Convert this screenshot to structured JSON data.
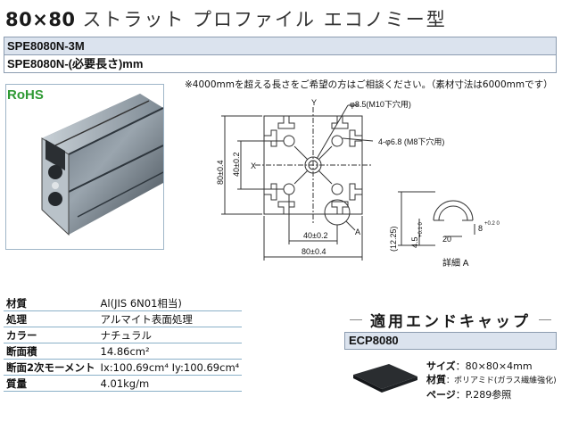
{
  "title": {
    "main": "80×80",
    "sub": "ストラット プロファイル エコノミー型"
  },
  "codes": [
    "SPE8080N-3M",
    "SPE8080N-(必要長さ)mm"
  ],
  "notice": "※4000mmを超える長さをご希望の方はご相談ください。（素材寸法は6000mmです）",
  "badge": "RoHS",
  "drawing": {
    "y_axis": "Y",
    "x_axis": "X",
    "hole_label_1": "φ8.5(M10下穴用)",
    "hole_label_2": "4-φ6.8 (M8下穴用)",
    "dim_height_outer": "80±0.4",
    "dim_height_inner": "40±0.2",
    "dim_width_inner": "40±0.2",
    "dim_width_outer": "80±0.4",
    "detail_marker": "A"
  },
  "detail": {
    "dim_12_25": "(12.25)",
    "dim_4_5": "4.5",
    "dim_4_5_tol": "+0.1 0",
    "dim_8": "8",
    "dim_8_tol": "+0.2 0",
    "dim_20": "20",
    "caption": "詳細 A"
  },
  "specs": [
    {
      "key": "材質",
      "value": "Al(JIS 6N01相当)"
    },
    {
      "key": "処理",
      "value": "アルマイト表面処理"
    },
    {
      "key": "カラー",
      "value": "ナチュラル"
    },
    {
      "key": "断面積",
      "value": "14.86cm²"
    },
    {
      "key": "断面2次モーメント",
      "value": "Ix:100.69cm⁴  Iy:100.69cm⁴"
    },
    {
      "key": "質量",
      "value": "4.01kg/m"
    }
  ],
  "end_cap": {
    "title": "適用エンドキャップ",
    "code": "ECP8080",
    "size_label": "サイズ",
    "size_value": "：80×80×4mm",
    "material_label": "材質",
    "material_value": "：ポリアミド(ガラス繊維強化)",
    "page_label": "ページ",
    "page_value": "：P.289参照"
  },
  "colors": {
    "header_band": "#dbe3ee",
    "rohs_green": "#2f9a34",
    "table_rule": "#8ab0c8"
  }
}
